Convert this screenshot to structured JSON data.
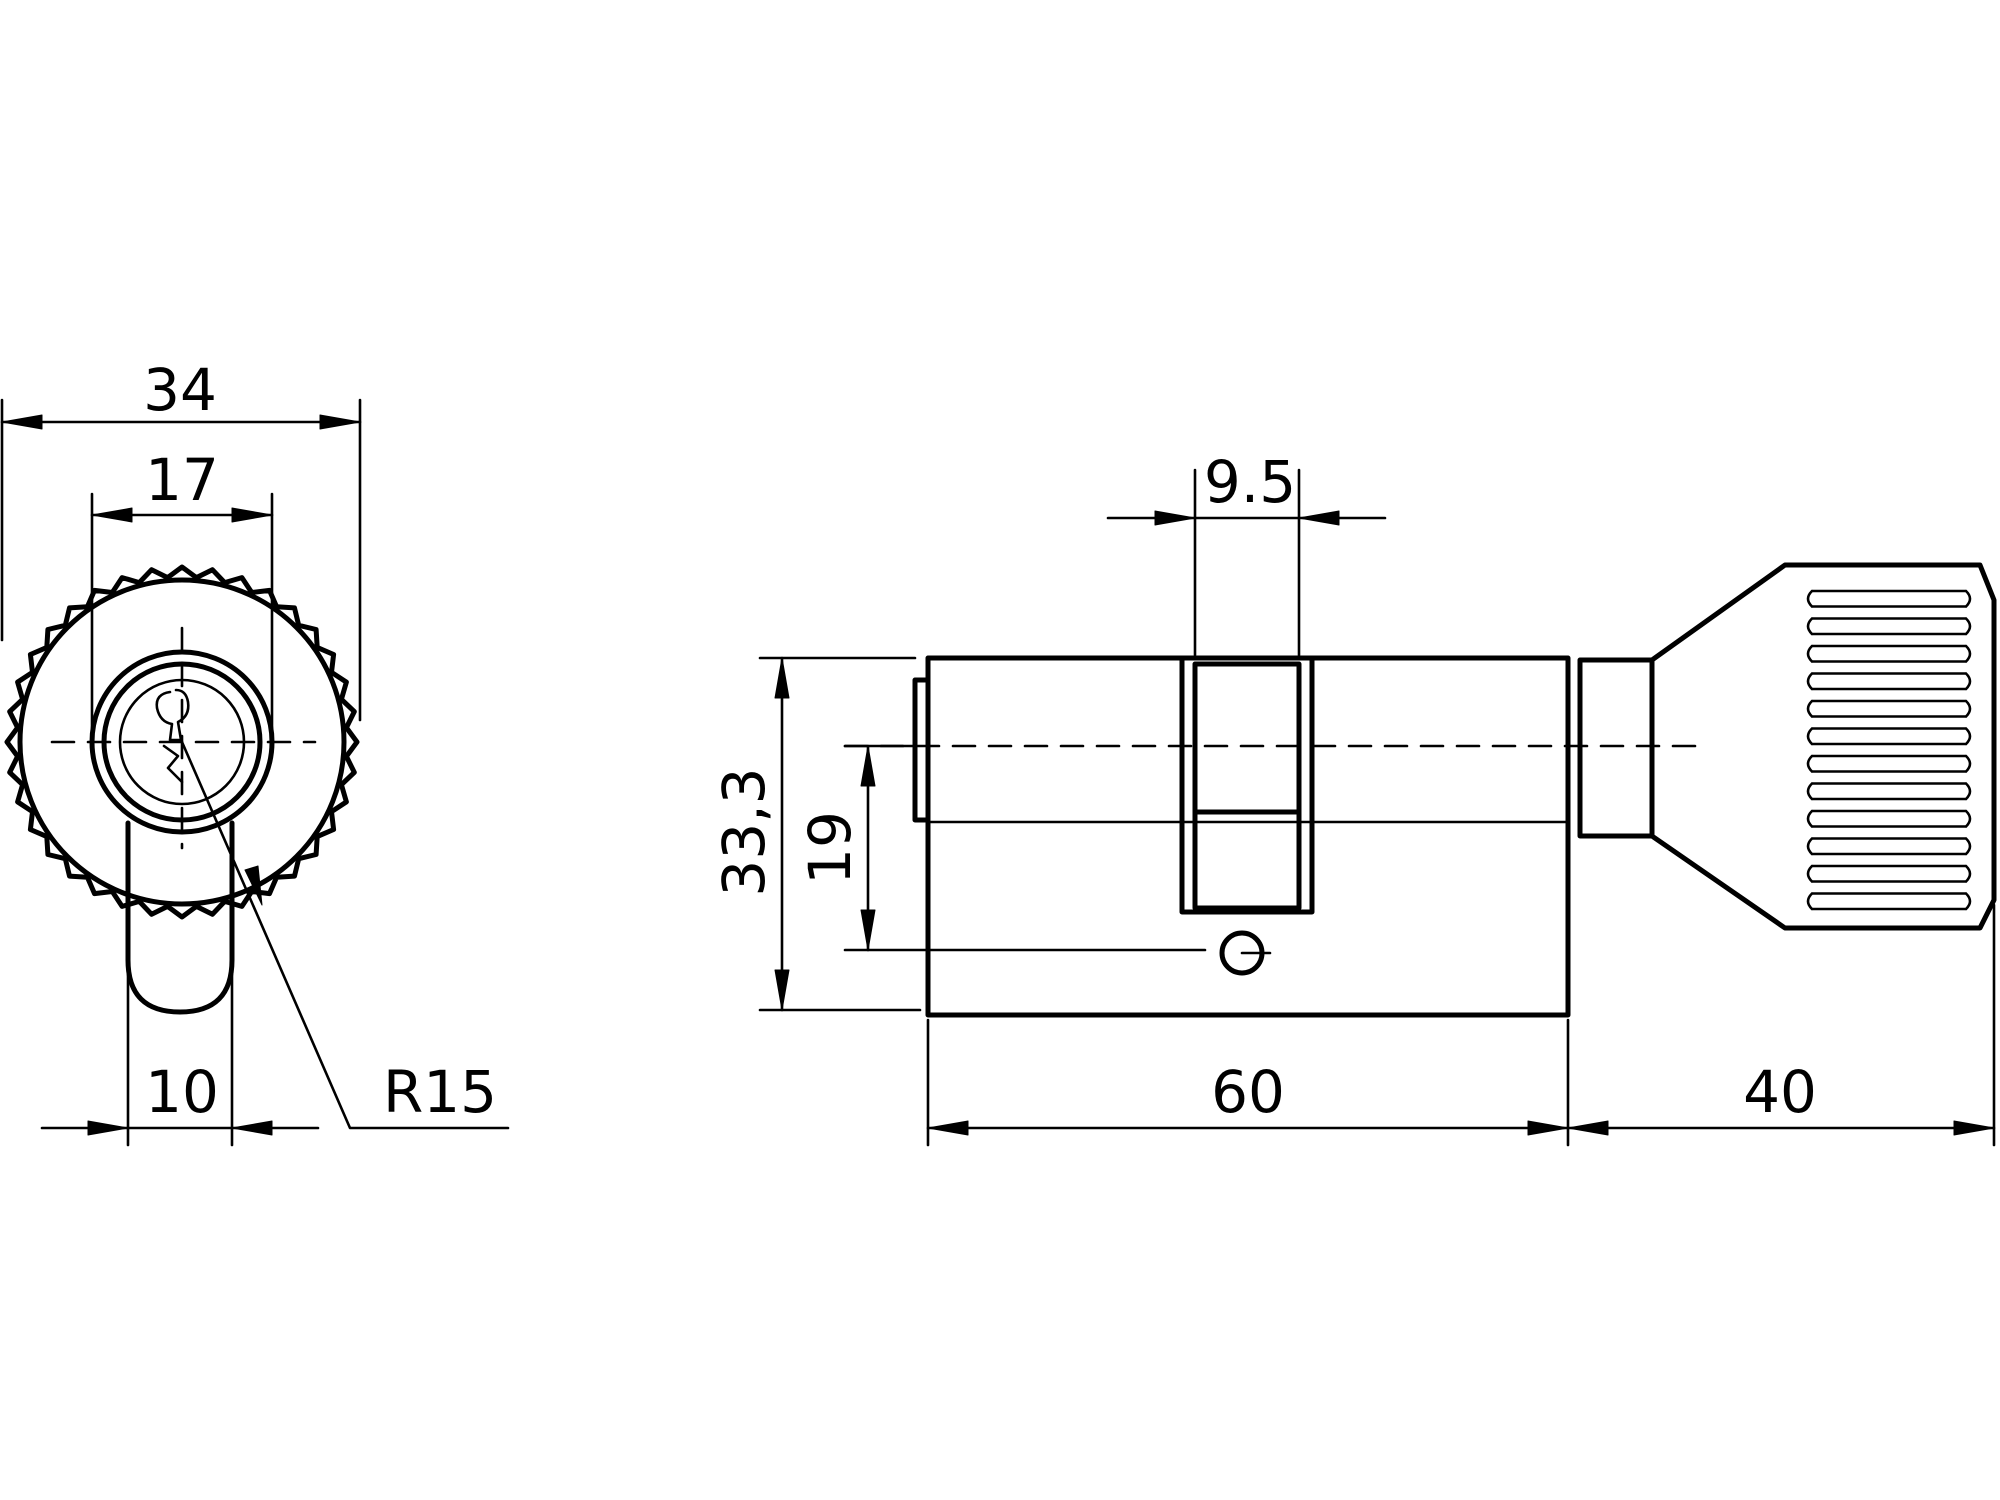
{
  "dimensions": {
    "width_overall": "34",
    "key_channel": "17",
    "cam_width": "10",
    "cam_radius": "R15",
    "cam_slot": "9.5",
    "body_height": "33,3",
    "center_offset": "19",
    "body_length": "60",
    "knob_length": "40"
  },
  "icons": {
    "end_view": "cylinder-end-view-icon",
    "side_view": "cylinder-side-view-icon"
  },
  "colors": {
    "line": "#000000",
    "background": "#ffffff"
  }
}
